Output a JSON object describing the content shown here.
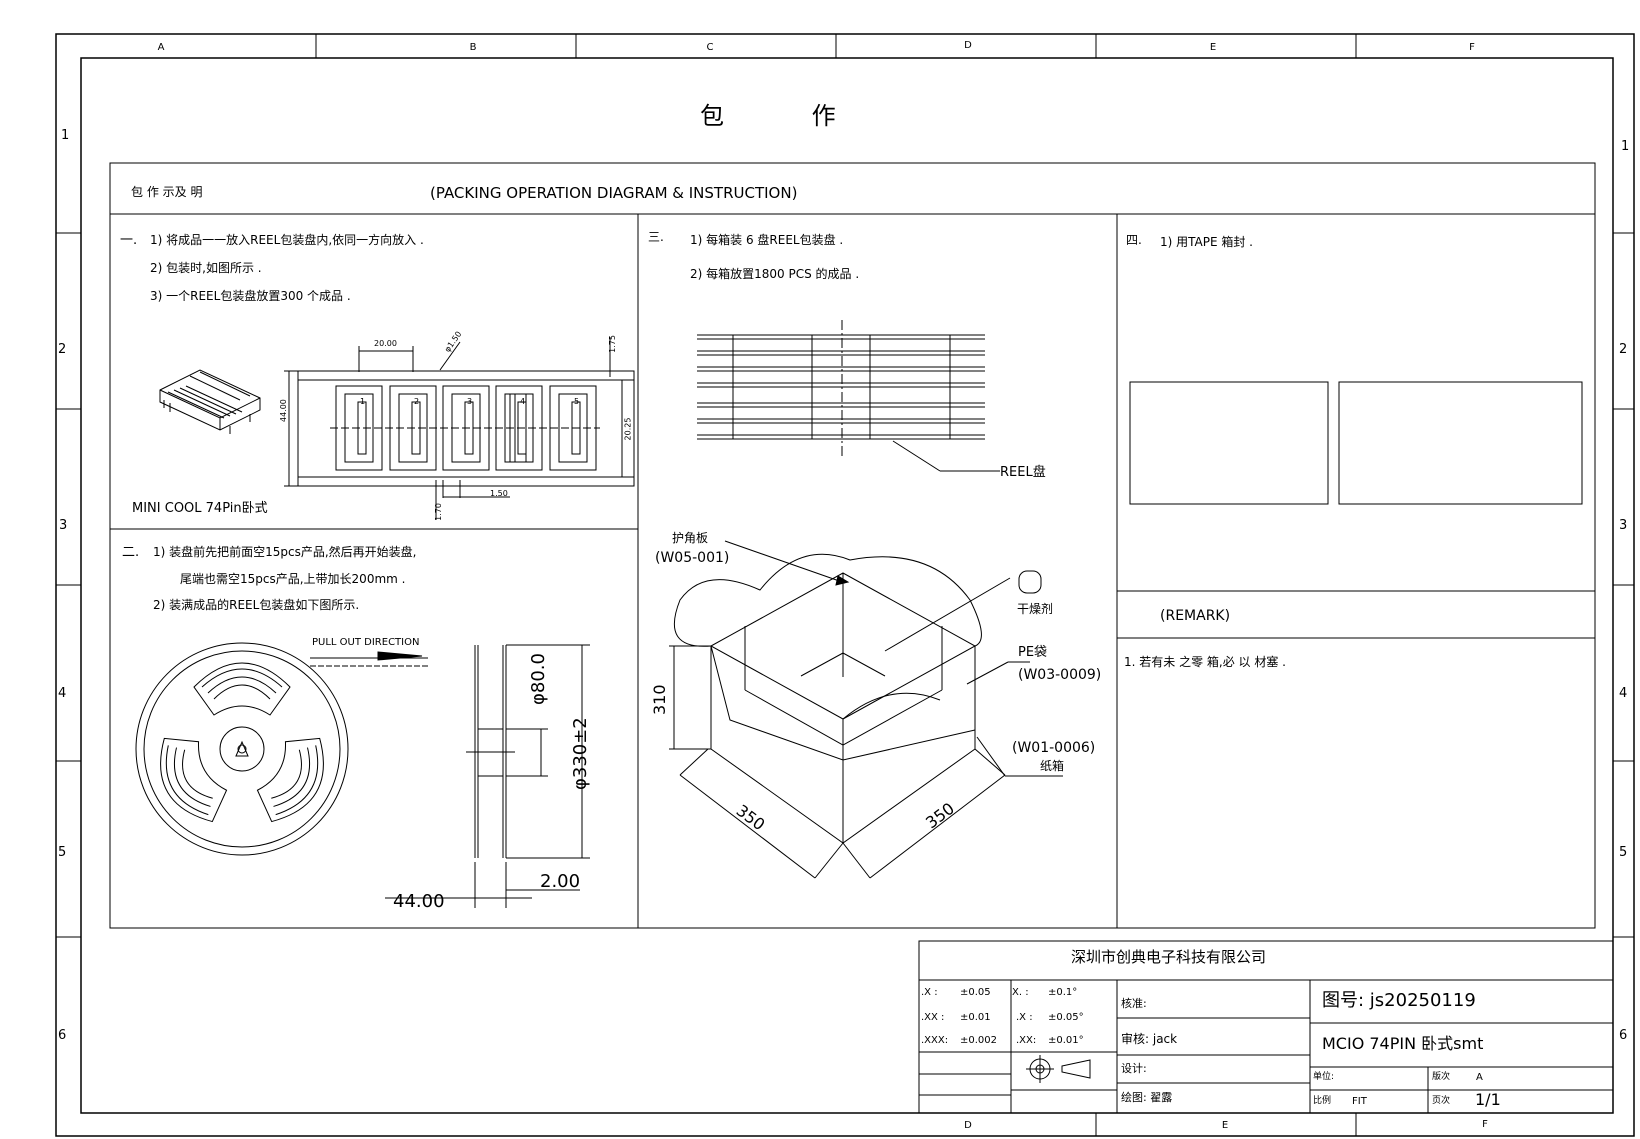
{
  "columns_top": [
    "A",
    "B",
    "C",
    "D",
    "E",
    "F"
  ],
  "columns_bottom": [
    "D",
    "E",
    "F"
  ],
  "rows_left": [
    "1",
    "2",
    "3",
    "4",
    "5",
    "6"
  ],
  "rows_right": [
    "1",
    "2",
    "3",
    "4",
    "5",
    "6"
  ],
  "title": "包 作",
  "header": {
    "left": "包 作 示及 明",
    "center": "(PACKING OPERATION DIAGRAM & INSTRUCTION)"
  },
  "section1": {
    "num": "一.",
    "lines": [
      "1) 将成品一一放入REEL包装盘内,依同一方向放入 .",
      "2) 包装时,如图所示 .",
      "3) 一个REEL包装盘放置300 个成品 ."
    ],
    "product": "MINI COOL 74Pin卧式",
    "dims": [
      "20.00",
      "φ1.50",
      "1.75",
      "44.00",
      "20.25",
      "1.50",
      "1.70"
    ],
    "pocket_nums": [
      "1",
      "2",
      "3",
      "4",
      "5"
    ]
  },
  "section2": {
    "num": "二.",
    "lines": [
      "1) 装盘前先把前面空15pcs产品,然后再开始装盘,",
      "尾端也需空15pcs产品,上带加长200mm .",
      "2) 装满成品的REEL包装盘如下图所示."
    ],
    "pull": "PULL OUT DIRECTION",
    "dims": [
      "φ80.0",
      "φ330±2",
      "2.00",
      "44.00"
    ]
  },
  "section3": {
    "num": "三.",
    "lines": [
      "1) 每箱装 6 盘REEL包装盘 .",
      "2) 每箱放置1800 PCS 的成品 ."
    ],
    "reel_label": "REEL盘",
    "corner_board": "护角板",
    "corner_code": "(W05-001)",
    "desiccant": "干燥剂",
    "pe_bag": "PE袋",
    "pe_code": "(W03-0009)",
    "carton_code": "(W01-0006)",
    "carton": "纸箱",
    "dims": [
      "310",
      "350",
      "350"
    ]
  },
  "section4": {
    "num": "四.",
    "lines": [
      "1) 用TAPE 箱封 ."
    ]
  },
  "remark": {
    "title": "(REMARK)",
    "text": "1. 若有未 之零 箱,必 以 材塞 ."
  },
  "titleblock": {
    "company": "深圳市创典电子科技有限公司",
    "tol": [
      [
        ".X :",
        "±0.05",
        "X. :",
        "±0.1°"
      ],
      [
        ".XX :",
        "±0.01",
        ".X :",
        "±0.05°"
      ],
      [
        ".XXX:",
        "±0.002",
        ".XX:",
        "±0.01°"
      ]
    ],
    "check": "核准:",
    "review": "审核: jack",
    "design": "设计:",
    "draw": "绘图: 翟露",
    "drawing_no": "图号: js20250119",
    "part_name": "MCIO 74PIN 卧式smt",
    "unit": "单位:",
    "version_lbl": "版次",
    "version": "A",
    "scale_lbl": "比例",
    "scale": "FIT",
    "page_lbl": "页次",
    "page": "1/1"
  }
}
